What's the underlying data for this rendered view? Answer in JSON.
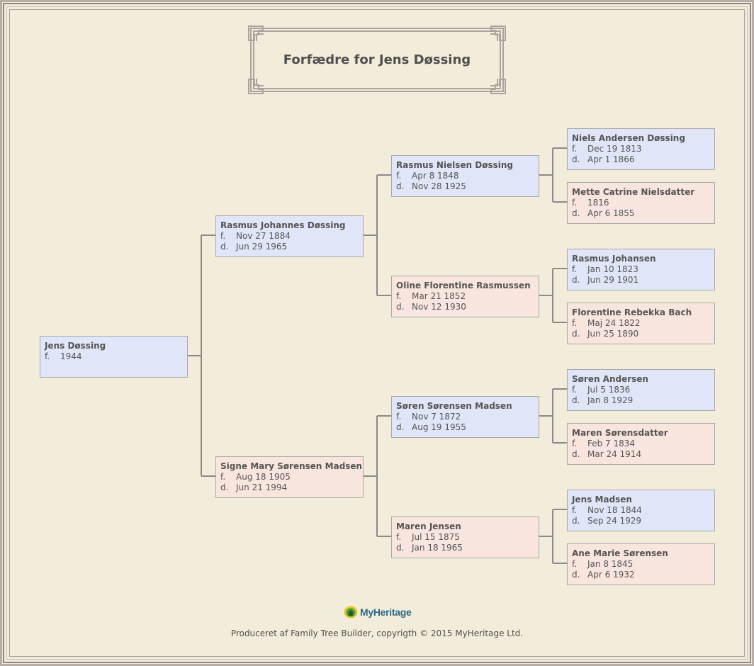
{
  "title": "Forfædre for Jens Døssing",
  "labels": {
    "born": "f.",
    "died": "d."
  },
  "persons": {
    "root": {
      "name": "Jens Døssing",
      "born": "1944",
      "died": ""
    },
    "father": {
      "name": "Rasmus Johannes Døssing",
      "born": "Nov 27 1884",
      "died": "Jun 29 1965"
    },
    "mother": {
      "name": "Signe Mary Sørensen Madsen",
      "born": "Aug 18 1905",
      "died": "Jun 21 1994"
    },
    "ff": {
      "name": "Rasmus Nielsen Døssing",
      "born": "Apr 8 1848",
      "died": "Nov 28 1925"
    },
    "fm": {
      "name": "Oline Florentine Rasmussen",
      "born": "Mar 21 1852",
      "died": "Nov 12 1930"
    },
    "mf": {
      "name": "Søren Sørensen Madsen",
      "born": "Nov 7 1872",
      "died": "Aug 19 1955"
    },
    "mm": {
      "name": "Maren Jensen",
      "born": "Jul 15 1875",
      "died": "Jan 18 1965"
    },
    "fff": {
      "name": "Niels Andersen Døssing",
      "born": "Dec 19 1813",
      "died": "Apr 1 1866"
    },
    "ffm": {
      "name": "Mette Catrine Nielsdatter",
      "born": "1816",
      "died": "Apr 6 1855"
    },
    "fmf": {
      "name": "Rasmus Johansen",
      "born": "Jan 10 1823",
      "died": "Jun 29 1901"
    },
    "fmm": {
      "name": "Florentine Rebekka Bach",
      "born": "Maj 24 1822",
      "died": "Jun 25 1890"
    },
    "mff": {
      "name": "Søren Andersen",
      "born": "Jul 5 1836",
      "died": "Jan 8 1929"
    },
    "mfm": {
      "name": "Maren Sørensdatter",
      "born": "Feb 7 1834",
      "died": "Mar 24 1914"
    },
    "mmf": {
      "name": "Jens Madsen",
      "born": "Nov 18 1844",
      "died": "Sep 24 1929"
    },
    "mmm": {
      "name": "Ane Marie Sørensen",
      "born": "Jan 8 1845",
      "died": "Apr 6 1932"
    }
  },
  "logo": {
    "icon": "myheritage-logo-icon",
    "text": "MyHeritage"
  },
  "footer": "Produceret af Family Tree Builder, copyrigth © 2015 MyHeritage Ltd.",
  "colors": {
    "male_box": "#e0e5f7",
    "female_box": "#f8e5dd",
    "background": "#f2ecda",
    "text": "#4f4f4f"
  }
}
